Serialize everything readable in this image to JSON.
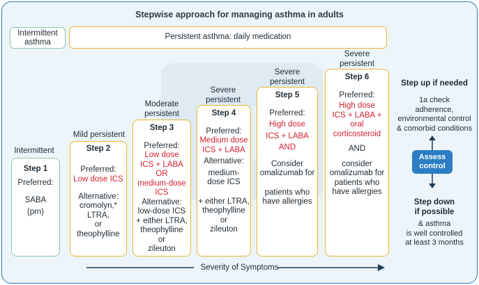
{
  "title": "Stepwise approach for managing asthma in adults",
  "headers": {
    "intermittent": "Intermittent asthma",
    "persistent": "Persistent asthma: daily medication"
  },
  "levels": [
    {
      "label_lines": [
        "Intermittent"
      ]
    },
    {
      "label_lines": [
        "Mild persistent"
      ]
    },
    {
      "label_lines": [
        "Moderate",
        "persistent"
      ]
    },
    {
      "label_lines": [
        "Severe",
        "persistent"
      ]
    },
    {
      "label_lines": [
        "Severe",
        "persistent"
      ]
    },
    {
      "label_lines": [
        "Severe",
        "persistent"
      ]
    }
  ],
  "steps": [
    {
      "title": "Step 1",
      "preferred_label": "Preferred:",
      "preferred": [
        "SABA",
        "(prn)"
      ]
    },
    {
      "title": "Step 2",
      "preferred_label": "Preferred:",
      "preferred": [
        "Low dose ICS"
      ],
      "alternative": [
        "Alternative:",
        "cromolyn,*",
        "LTRA,",
        "or",
        "theophylline"
      ]
    },
    {
      "title": "Step 3",
      "preferred_label": "Preferred:",
      "preferred": [
        "Low dose",
        "ICS + LABA",
        "OR",
        "medium-dose",
        "ICS"
      ],
      "alternative": [
        "Alternative:",
        "low-dose ICS",
        "+ either LTRA,",
        "theophylline",
        "or",
        "zileuton"
      ]
    },
    {
      "title": "Step 4",
      "preferred_label": "Preferred:",
      "preferred": [
        "Medium dose",
        "ICS + LABA"
      ],
      "alternative": [
        "Alternative:",
        "medium-",
        "dose ICS",
        "",
        "+ either LTRA,",
        "theophylline",
        "or",
        "zileuton"
      ]
    },
    {
      "title": "Step 5",
      "preferred_label": "Preferred:",
      "preferred": [
        "High dose",
        "ICS + LABA",
        "AND"
      ],
      "alternative": [
        "Consider",
        "omalizumab for",
        "",
        "patients who",
        "have allergies"
      ]
    },
    {
      "title": "Step 6",
      "preferred_label": "Preferred:",
      "preferred": [
        "High dose",
        "ICS + LABA +",
        "oral",
        "corticosteroid"
      ],
      "alternative": [
        "AND",
        "",
        "consider",
        "omalizumab for",
        "patients who",
        "have allergies"
      ]
    }
  ],
  "axis_label": "Severity of Symptoms",
  "side": {
    "step_up_title": "Step up if needed",
    "step_up_text": [
      "1a check",
      "adherence,",
      "environmental control",
      "& comorbid conditions"
    ],
    "assess": [
      "Assess",
      "control"
    ],
    "step_down_title": [
      "Step down",
      "if possible"
    ],
    "step_down_text": [
      "& asthma",
      "is well controlled",
      "at least 3 months"
    ]
  },
  "colors": {
    "frame": "#2a7ab0",
    "background": "#edf4fa",
    "persistent_border": "#e8b730",
    "intermittent_border": "#8cc9a8",
    "preferred_text": "#d42030",
    "assess_fill": "#2d7dc4"
  }
}
